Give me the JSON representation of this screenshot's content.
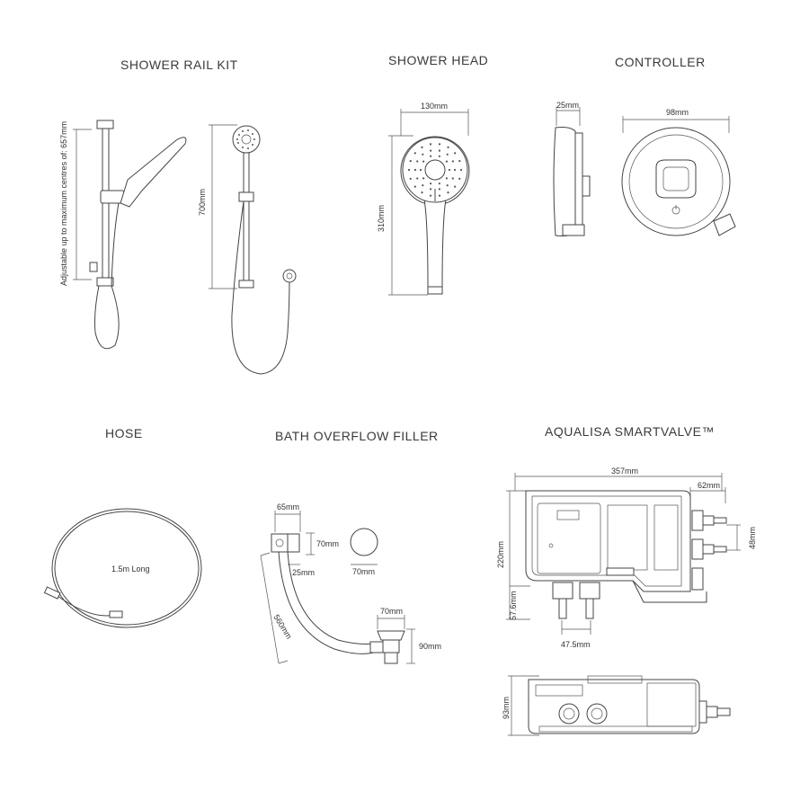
{
  "sections": {
    "rail_kit": {
      "title": "SHOWER RAIL KIT",
      "rail_note": "Adjustable up to maximum centres of: 657mm",
      "height": "700mm"
    },
    "shower_head": {
      "title": "SHOWER HEAD",
      "width": "130mm",
      "height": "310mm"
    },
    "controller": {
      "title": "CONTROLLER",
      "depth": "25mm",
      "diameter": "98mm"
    },
    "hose": {
      "title": "HOSE",
      "length": "1.5m Long"
    },
    "bath_filler": {
      "title": "BATH OVERFLOW FILLER",
      "width": "65mm",
      "height": "70mm",
      "depth": "25mm",
      "plate": "70mm",
      "hose_length": "560mm",
      "waste_width": "70mm",
      "waste_height": "90mm"
    },
    "smartvalve": {
      "title": "AQUALISA SMARTVALVE™",
      "width": "357mm",
      "side": "62mm",
      "height": "220mm",
      "outlet_spacing": "48mm",
      "inlet_height": "57.6mm",
      "inlet_spacing": "47.5mm",
      "depth": "93mm"
    }
  },
  "colors": {
    "line": "#444444",
    "text": "#333333",
    "background": "#ffffff"
  }
}
